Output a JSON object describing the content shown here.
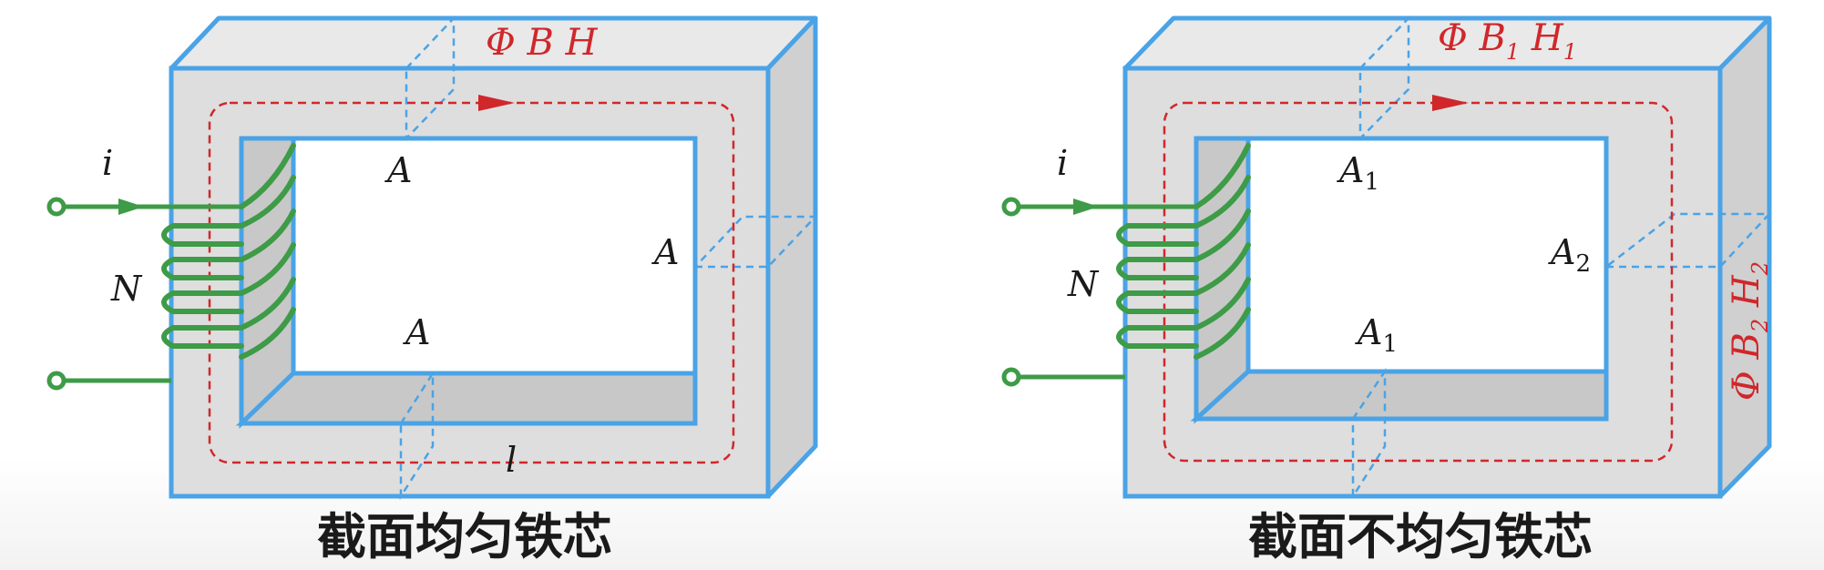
{
  "left_diagram": {
    "caption": "截面均匀铁芯",
    "current": "i",
    "turns": "N",
    "flux_label": "Φ B H",
    "area_top": "A",
    "area_right": "A",
    "area_bottom": "A",
    "length": "l"
  },
  "right_diagram": {
    "caption": "截面不均匀铁芯",
    "current": "i",
    "turns": "N",
    "flux_label_top": {
      "main": "Φ B",
      "sub1": "1",
      "mid": " H",
      "sub2": "1"
    },
    "flux_label_side": {
      "main": "Φ B",
      "sub1": "2",
      "mid": " H",
      "sub2": "2"
    },
    "area_top": {
      "main": "A",
      "sub": "1"
    },
    "area_right": {
      "main": "A",
      "sub": "2"
    },
    "area_bottom": {
      "main": "A",
      "sub": "1"
    }
  },
  "colors": {
    "core_outline": "#4aa3e6",
    "core_fill": "#dedede",
    "flux_path": "#d0272b",
    "coil": "#3e9b47"
  }
}
